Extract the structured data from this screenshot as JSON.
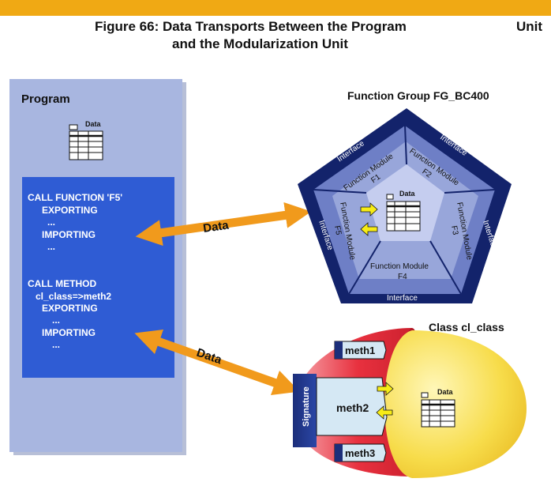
{
  "header": {
    "title_line1": "Figure 66: Data Transports Between the Program",
    "title_line2": "and the Modularization Unit",
    "unit_label": "Unit"
  },
  "program": {
    "title": "Program",
    "data_label": "Data",
    "code_lines": [
      "CALL FUNCTION 'F5'",
      "EXPORTING",
      "...",
      "IMPORTING",
      "...",
      "CALL METHOD",
      "cl_class=>meth2",
      "EXPORTING",
      "...",
      "IMPORTING",
      "..."
    ]
  },
  "arrows": {
    "upper_label": "Data",
    "lower_label": "Data"
  },
  "function_group": {
    "title": "Function Group  FG_BC400",
    "interface_label": "Interface",
    "modules": [
      "Function Module F1",
      "Function Module F2",
      "Function Module F3",
      "Function Module F4",
      "Function Module F5"
    ],
    "module_word": "Function Module",
    "module_ids": [
      "F1",
      "F2",
      "F3",
      "F4",
      "F5"
    ],
    "data_label": "Data"
  },
  "class": {
    "title": "Class cl_class",
    "signature_label": "Signature",
    "methods": [
      "meth1",
      "meth2",
      "meth3"
    ],
    "data_label": "Data"
  },
  "colors": {
    "accent_bar": "#f0a914",
    "program_panel": "#a8b6e0",
    "code_box": "#2f5cd4",
    "pentagon_dark": "#13236b",
    "arrow_orange": "#f19a1c",
    "class_red": "#e8313f",
    "class_yellow": "#f5d53a"
  }
}
